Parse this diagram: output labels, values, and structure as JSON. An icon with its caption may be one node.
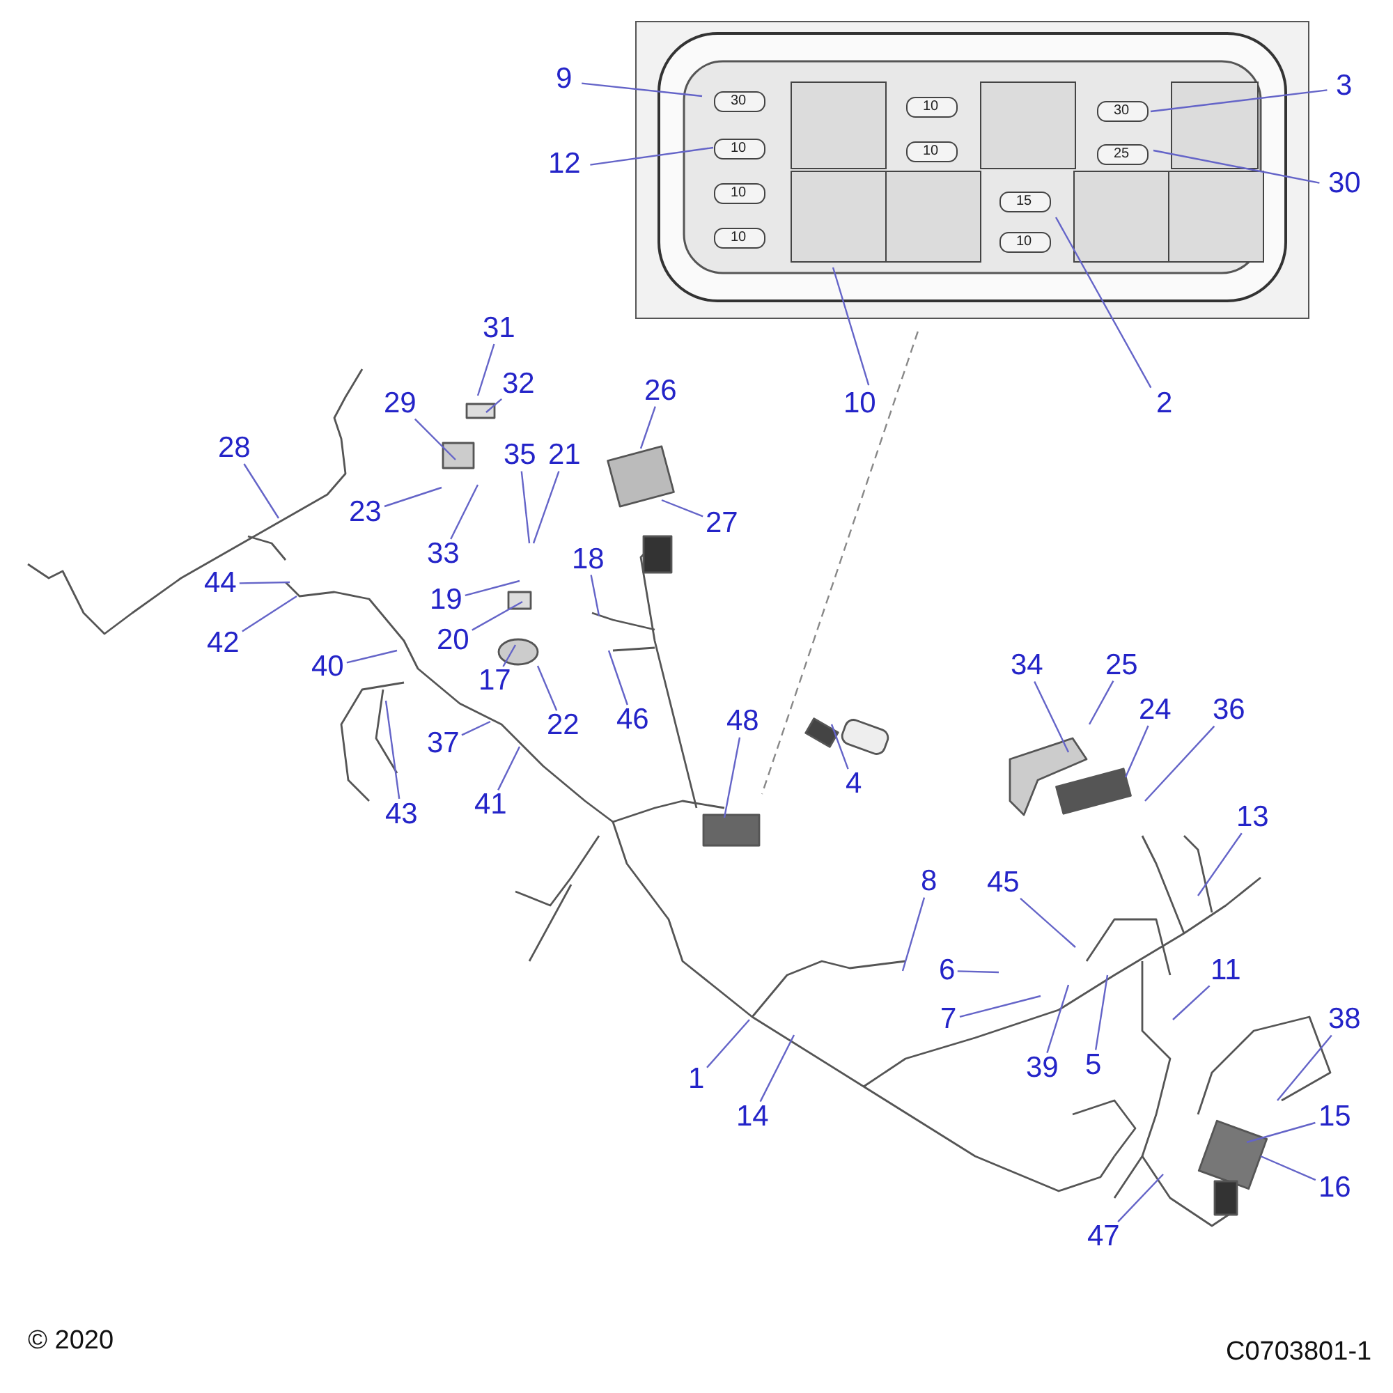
{
  "diagram": {
    "nodes": [
      {
        "text": [],
        "shape": "picture"
      },
      {
        "text": [
          "9"
        ]
      },
      {
        "text": [
          "3"
        ]
      },
      {
        "text": [
          "12"
        ]
      },
      {
        "text": [
          "30"
        ]
      },
      {
        "text": [
          "10"
        ]
      },
      {
        "text": [
          "2"
        ]
      },
      {
        "text": [
          "31"
        ]
      },
      {
        "text": [
          "32"
        ]
      },
      {
        "text": [
          "26"
        ]
      },
      {
        "text": [
          "29"
        ]
      },
      {
        "text": [
          "28"
        ]
      },
      {
        "text": [
          "35"
        ]
      },
      {
        "text": [
          "21"
        ]
      },
      {
        "text": [
          "23"
        ]
      },
      {
        "text": [
          "27"
        ]
      },
      {
        "text": [
          "33"
        ]
      },
      {
        "text": [
          "18"
        ]
      },
      {
        "text": [
          "44"
        ]
      },
      {
        "text": [
          "19"
        ]
      },
      {
        "text": [
          "42"
        ]
      },
      {
        "text": [
          "20"
        ]
      },
      {
        "text": [
          "40"
        ]
      },
      {
        "text": [
          "17"
        ]
      },
      {
        "text": [
          "34"
        ]
      },
      {
        "text": [
          "25"
        ]
      },
      {
        "text": [
          "24"
        ]
      },
      {
        "text": [
          "36"
        ]
      },
      {
        "text": [
          "46"
        ]
      },
      {
        "text": [
          "22"
        ]
      },
      {
        "text": [
          "48"
        ]
      },
      {
        "text": [
          "37"
        ]
      },
      {
        "text": [
          "4"
        ]
      },
      {
        "text": [
          "43"
        ]
      },
      {
        "text": [
          "41"
        ]
      },
      {
        "text": [
          "13"
        ]
      },
      {
        "text": [
          "8"
        ]
      },
      {
        "text": [
          "45"
        ]
      },
      {
        "text": [
          "6"
        ]
      },
      {
        "text": [
          "11"
        ]
      },
      {
        "text": [
          "7"
        ]
      },
      {
        "text": [
          "38"
        ]
      },
      {
        "text": [
          "1"
        ]
      },
      {
        "text": [
          "14"
        ]
      },
      {
        "text": [
          "39"
        ]
      },
      {
        "text": [
          "5"
        ]
      },
      {
        "text": [
          "15"
        ]
      },
      {
        "text": [
          "16"
        ]
      },
      {
        "text": [
          "47"
        ]
      }
    ],
    "edges": [
      {
        "from": 0,
        "to": null,
        "arrow": "none",
        "style": "dashed",
        "color": "#888888"
      },
      {
        "from": 1,
        "to": 0,
        "arrow": "none"
      },
      {
        "from": 2,
        "to": 0,
        "arrow": "none"
      },
      {
        "from": 3,
        "to": 0,
        "arrow": "none"
      },
      {
        "from": 4,
        "to": 0,
        "arrow": "none"
      },
      {
        "from": 5,
        "to": 0,
        "arrow": "none"
      },
      {
        "from": 6,
        "to": 0,
        "arrow": "none"
      },
      {
        "from": 7,
        "to": null,
        "arrow": "none"
      },
      {
        "from": 8,
        "to": null,
        "arrow": "none"
      },
      {
        "from": 9,
        "to": null,
        "arrow": "none"
      },
      {
        "from": 10,
        "to": null,
        "arrow": "none"
      },
      {
        "from": 11,
        "to": null,
        "arrow": "none"
      },
      {
        "from": 12,
        "to": null,
        "arrow": "none"
      },
      {
        "from": 13,
        "to": null,
        "arrow": "none"
      },
      {
        "from": 14,
        "to": null,
        "arrow": "none"
      },
      {
        "from": 15,
        "to": null,
        "arrow": "none"
      },
      {
        "from": 16,
        "to": null,
        "arrow": "none"
      },
      {
        "from": 17,
        "to": null,
        "arrow": "none"
      },
      {
        "from": 18,
        "to": null,
        "arrow": "none"
      },
      {
        "from": 19,
        "to": null,
        "arrow": "none"
      },
      {
        "from": 20,
        "to": null,
        "arrow": "none"
      },
      {
        "from": 21,
        "to": null,
        "arrow": "none"
      },
      {
        "from": 22,
        "to": null,
        "arrow": "none"
      },
      {
        "from": 23,
        "to": null,
        "arrow": "none"
      },
      {
        "from": 24,
        "to": null,
        "arrow": "none"
      },
      {
        "from": 25,
        "to": null,
        "arrow": "none"
      },
      {
        "from": 26,
        "to": null,
        "arrow": "none"
      },
      {
        "from": 27,
        "to": null,
        "arrow": "none"
      },
      {
        "from": 28,
        "to": null,
        "arrow": "none"
      },
      {
        "from": 29,
        "to": null,
        "arrow": "none"
      },
      {
        "from": 30,
        "to": null,
        "arrow": "none"
      },
      {
        "from": 31,
        "to": null,
        "arrow": "none"
      },
      {
        "from": 32,
        "to": null,
        "arrow": "none"
      },
      {
        "from": 33,
        "to": null,
        "arrow": "none"
      },
      {
        "from": 34,
        "to": null,
        "arrow": "none"
      },
      {
        "from": 35,
        "to": null,
        "arrow": "none"
      },
      {
        "from": 36,
        "to": null,
        "arrow": "none"
      },
      {
        "from": 37,
        "to": null,
        "arrow": "none"
      },
      {
        "from": 38,
        "to": null,
        "arrow": "none"
      },
      {
        "from": 39,
        "to": null,
        "arrow": "none"
      },
      {
        "from": 40,
        "to": null,
        "arrow": "none"
      },
      {
        "from": 41,
        "to": null,
        "arrow": "none"
      },
      {
        "from": 42,
        "to": null,
        "arrow": "none"
      },
      {
        "from": 43,
        "to": null,
        "arrow": "none"
      },
      {
        "from": 44,
        "to": null,
        "arrow": "none"
      },
      {
        "from": 45,
        "to": null,
        "arrow": "none"
      },
      {
        "from": 46,
        "to": null,
        "arrow": "none"
      },
      {
        "from": 47,
        "to": null,
        "arrow": "none"
      },
      {
        "from": 48,
        "to": null,
        "arrow": "none"
      }
    ],
    "labels": [
      "30",
      "10",
      "30",
      "10",
      "10",
      "25",
      "10",
      "15",
      "10",
      "10",
      "© 2020",
      "C0703801-1"
    ]
  }
}
